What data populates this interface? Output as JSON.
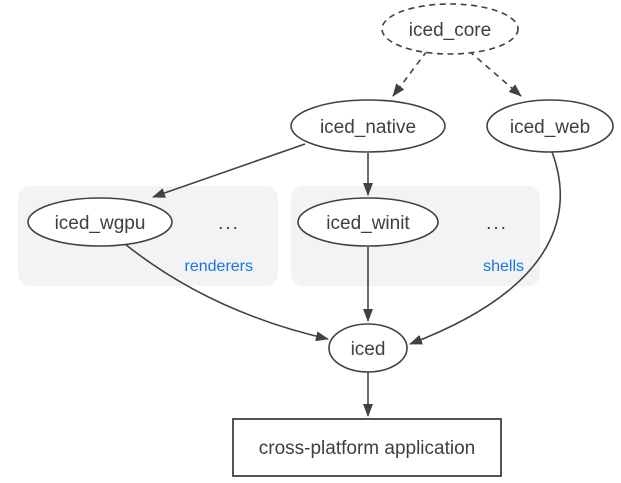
{
  "diagram": {
    "nodes": {
      "iced_core": {
        "label": "iced_core",
        "shape": "ellipse",
        "border": "dashed"
      },
      "iced_native": {
        "label": "iced_native",
        "shape": "ellipse",
        "border": "solid"
      },
      "iced_web": {
        "label": "iced_web",
        "shape": "ellipse",
        "border": "solid"
      },
      "iced_wgpu": {
        "label": "iced_wgpu",
        "shape": "ellipse",
        "border": "solid"
      },
      "iced_winit": {
        "label": "iced_winit",
        "shape": "ellipse",
        "border": "solid"
      },
      "iced": {
        "label": "iced",
        "shape": "ellipse",
        "border": "solid"
      },
      "app": {
        "label": "cross-platform application",
        "shape": "rectangle",
        "border": "solid"
      }
    },
    "groups": {
      "renderers": {
        "label": "renderers",
        "ellipsis": "...",
        "members": [
          "iced_wgpu"
        ]
      },
      "shells": {
        "label": "shells",
        "ellipsis": "...",
        "members": [
          "iced_winit"
        ]
      }
    },
    "edges": [
      {
        "from": "iced_core",
        "to": "iced_native",
        "style": "dashed"
      },
      {
        "from": "iced_core",
        "to": "iced_web",
        "style": "dashed"
      },
      {
        "from": "iced_native",
        "to": "iced_wgpu",
        "style": "solid"
      },
      {
        "from": "iced_native",
        "to": "iced_winit",
        "style": "solid"
      },
      {
        "from": "iced_wgpu",
        "to": "iced",
        "style": "solid"
      },
      {
        "from": "iced_winit",
        "to": "iced",
        "style": "solid"
      },
      {
        "from": "iced_web",
        "to": "iced",
        "style": "solid"
      },
      {
        "from": "iced",
        "to": "app",
        "style": "solid"
      }
    ],
    "colors": {
      "background": "#ffffff",
      "node_fill": "#ffffff",
      "stroke": "#3f4245",
      "text": "#3c4043",
      "group_label": "#1a73e8",
      "panel_bg": "#f1f3f4"
    }
  }
}
